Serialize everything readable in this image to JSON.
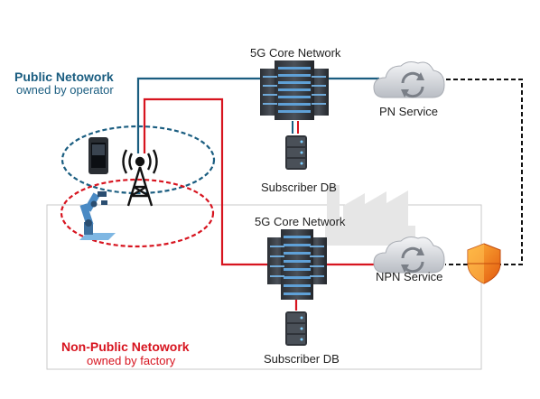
{
  "public_network": {
    "title": "Public Netowork",
    "subtitle": "owned by operator"
  },
  "non_public_network": {
    "title": "Non-Public Netowork",
    "subtitle": "owned by factory"
  },
  "public_core": {
    "label": "5G Core Network"
  },
  "public_db": {
    "label": "Subscriber DB"
  },
  "public_service": {
    "label": "PN Service"
  },
  "npn_core": {
    "label": "5G Core Network"
  },
  "npn_db": {
    "label": "Subscriber DB"
  },
  "npn_service": {
    "label": "NPN Service"
  },
  "colors": {
    "public_blue": "#1a5d80",
    "npn_red": "#d7141f",
    "dashed_link": "#111111",
    "shield_orange": "#f08a1c"
  },
  "icons": [
    "server-rack-icon",
    "database-icon",
    "cloud-sync-icon",
    "cell-tower-icon",
    "smartphone-icon",
    "robot-arm-icon",
    "factory-icon",
    "security-shield-icon"
  ]
}
